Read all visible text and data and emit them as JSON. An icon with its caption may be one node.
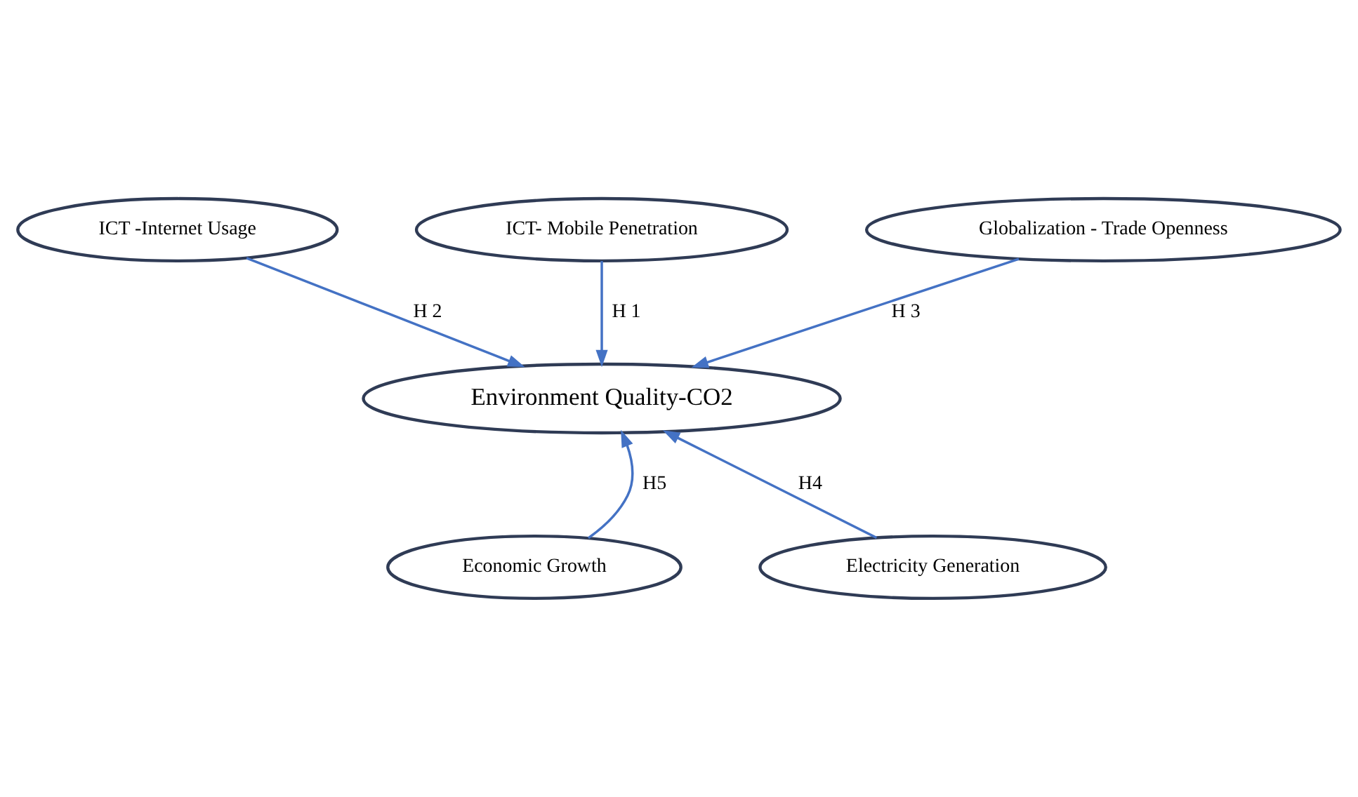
{
  "diagram": {
    "nodes": [
      {
        "text": [
          "ICT -Internet Usage"
        ]
      },
      {
        "text": [
          "ICT- Mobile Penetration"
        ]
      },
      {
        "text": [
          "Globalization - Trade Openness"
        ]
      },
      {
        "text": [
          "Environment Quality-CO2"
        ]
      },
      {
        "text": [
          "Economic Growth"
        ]
      },
      {
        "text": [
          "Electricity Generation"
        ]
      }
    ],
    "edges": [
      {
        "from": 1,
        "to": 3,
        "arrow": "to",
        "label": "H 1"
      },
      {
        "from": 0,
        "to": 3,
        "arrow": "to",
        "label": "H 2"
      },
      {
        "from": 2,
        "to": 3,
        "arrow": "to",
        "label": "H 3"
      },
      {
        "from": 5,
        "to": 3,
        "arrow": "to",
        "label": "H4"
      },
      {
        "from": 4,
        "to": 3,
        "arrow": "to",
        "label": "H5"
      }
    ]
  }
}
